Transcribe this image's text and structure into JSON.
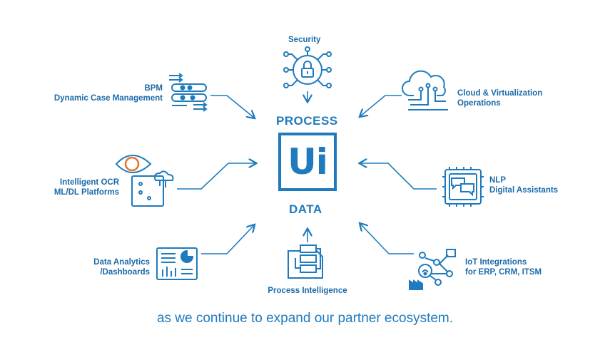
{
  "center": {
    "top_word": "PROCESS",
    "logo_text": "Ui",
    "bottom_word": "DATA"
  },
  "nodes": {
    "security": {
      "label": "Security",
      "icon": "security-lock-circuit-icon"
    },
    "bpm": {
      "line1": "BPM",
      "line2": "Dynamic Case Management",
      "icon": "bpm-flow-icon"
    },
    "cloud": {
      "line1": "Cloud & Virtualization",
      "line2": "Operations",
      "icon": "cloud-circuit-icon"
    },
    "ocr": {
      "line1": "Intelligent OCR",
      "line2": "ML/DL Platforms",
      "icon": "eye-ai-icon"
    },
    "nlp": {
      "line1": "NLP",
      "line2": "Digital Assistants",
      "icon": "chip-chat-icon"
    },
    "analytics": {
      "line1": "Data Analytics",
      "line2": "/Dashboards",
      "icon": "dashboard-icon"
    },
    "process_intel": {
      "label": "Process Intelligence",
      "icon": "process-flow-icon"
    },
    "iot": {
      "line1": "IoT Integrations",
      "line2": "for ERP, CRM, ITSM",
      "icon": "iot-network-icon"
    }
  },
  "tagline": "as we continue to expand our partner ecosystem.",
  "colors": {
    "primary": "#1f7bbd",
    "accent": "#e8702a"
  }
}
